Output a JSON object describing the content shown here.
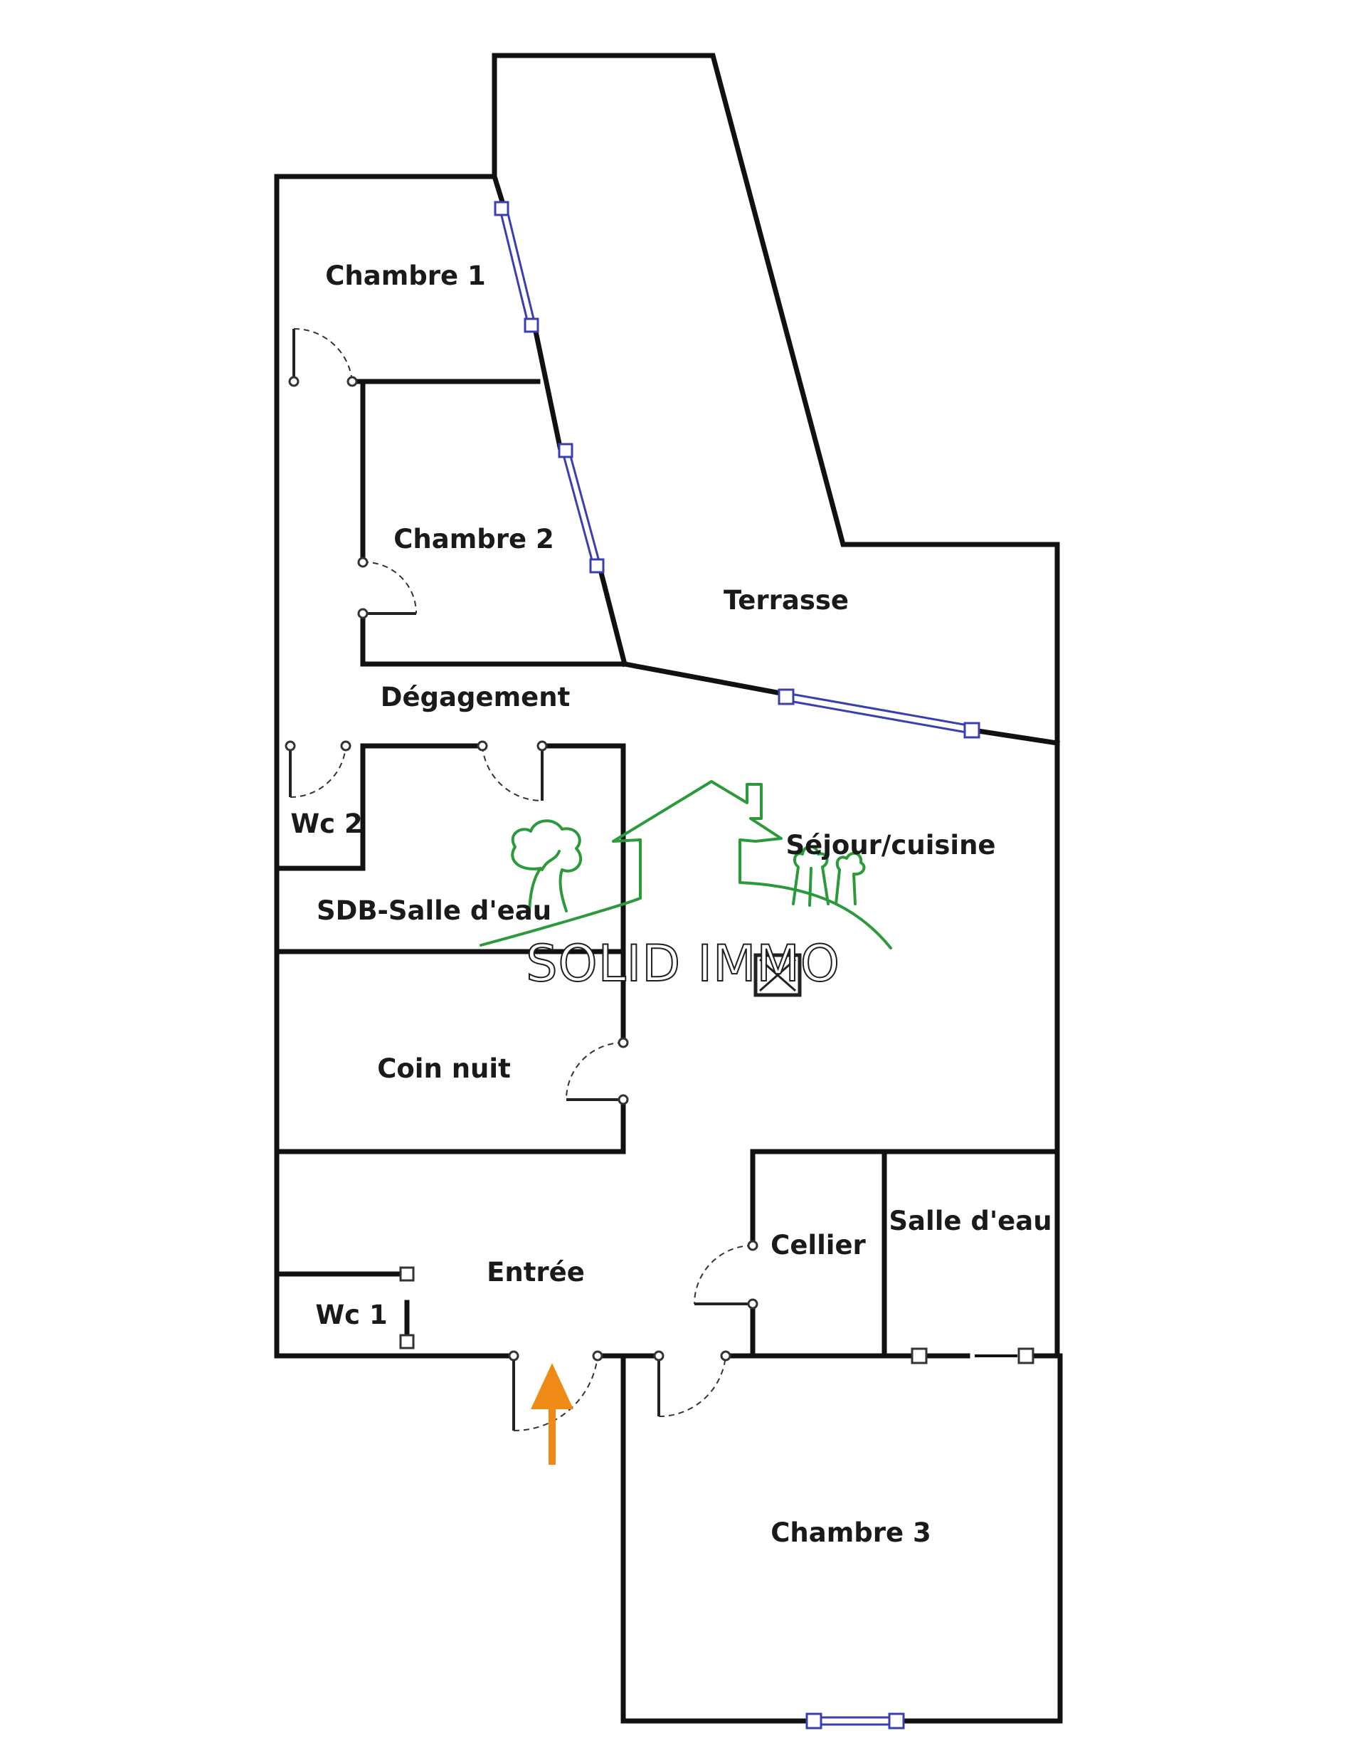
{
  "rooms": {
    "chambre1": "Chambre 1",
    "chambre2": "Chambre 2",
    "terrasse": "Terrasse",
    "degagement": "Dégagement",
    "wc2": "Wc 2",
    "sejour": "Séjour/cuisine",
    "sdb": "SDB-Salle d'eau",
    "coin_nuit": "Coin nuit",
    "cellier": "Cellier",
    "salle_eau": "Salle d'eau",
    "entree": "Entrée",
    "wc1": "Wc 1",
    "chambre3": "Chambre 3"
  },
  "logo": {
    "text": "SOLID IMMO",
    "color": "#2a9a3a"
  },
  "colors": {
    "wall": "#111111",
    "window": "#3a3fb0",
    "entrance_arrow": "#f08a16"
  },
  "icons": {
    "entrance": "arrow-up-icon",
    "appliance": "box-cross-icon"
  }
}
